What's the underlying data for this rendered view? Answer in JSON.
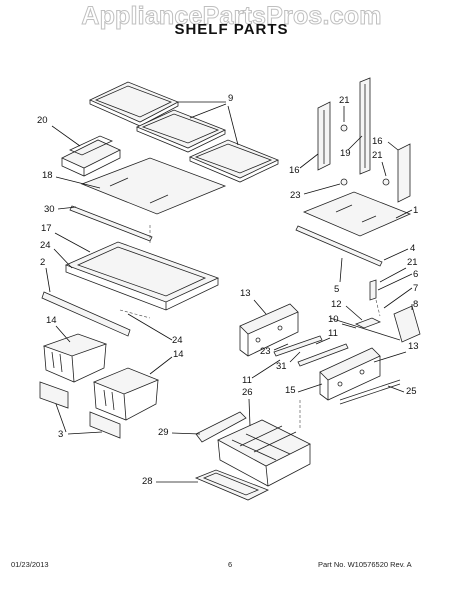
{
  "watermark": "AppliancePartsPros.com",
  "title": "SHELF PARTS",
  "footer": {
    "date": "01/23/2013",
    "page": "6",
    "part_no": "Part No. W10576520  Rev. A"
  },
  "callouts": [
    {
      "id": "c9",
      "text": "9"
    },
    {
      "id": "c20",
      "text": "20"
    },
    {
      "id": "c18",
      "text": "18"
    },
    {
      "id": "c30",
      "text": "30"
    },
    {
      "id": "c17",
      "text": "17"
    },
    {
      "id": "c24a",
      "text": "24"
    },
    {
      "id": "c2",
      "text": "2"
    },
    {
      "id": "c24b",
      "text": "24"
    },
    {
      "id": "c14a",
      "text": "14"
    },
    {
      "id": "c14b",
      "text": "14"
    },
    {
      "id": "c3",
      "text": "3"
    },
    {
      "id": "c21a",
      "text": "21"
    },
    {
      "id": "c16a",
      "text": "16"
    },
    {
      "id": "c19",
      "text": "19"
    },
    {
      "id": "c16b",
      "text": "16"
    },
    {
      "id": "c21b",
      "text": "21"
    },
    {
      "id": "c23a",
      "text": "23"
    },
    {
      "id": "c1",
      "text": "1"
    },
    {
      "id": "c4",
      "text": "4"
    },
    {
      "id": "c21c",
      "text": "21"
    },
    {
      "id": "c5",
      "text": "5"
    },
    {
      "id": "c6",
      "text": "6"
    },
    {
      "id": "c7",
      "text": "7"
    },
    {
      "id": "c8",
      "text": "8"
    },
    {
      "id": "c12",
      "text": "12"
    },
    {
      "id": "c13a",
      "text": "13"
    },
    {
      "id": "c10",
      "text": "10"
    },
    {
      "id": "c11a",
      "text": "11"
    },
    {
      "id": "c11b",
      "text": "11"
    },
    {
      "id": "c23b",
      "text": "23"
    },
    {
      "id": "c31",
      "text": "31"
    },
    {
      "id": "c13b",
      "text": "13"
    },
    {
      "id": "c15",
      "text": "15"
    },
    {
      "id": "c25",
      "text": "25"
    },
    {
      "id": "c26",
      "text": "26"
    },
    {
      "id": "c29",
      "text": "29"
    },
    {
      "id": "c28",
      "text": "28"
    }
  ]
}
